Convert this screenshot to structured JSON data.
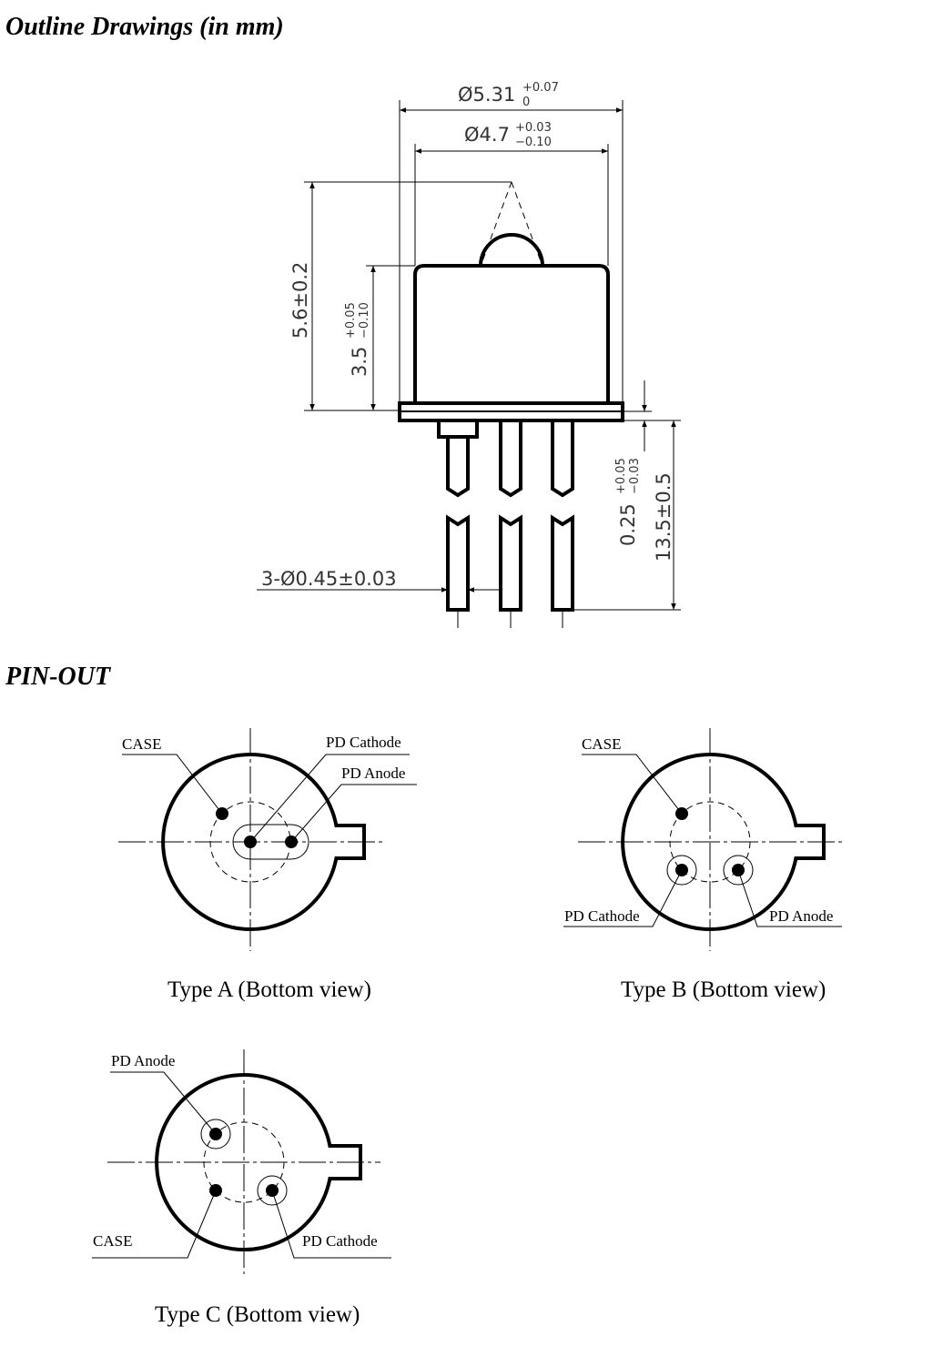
{
  "headings": {
    "outline": "Outline Drawings (in mm)",
    "pinout": "PIN-OUT"
  },
  "dimensions": {
    "cap_diameter": {
      "base": "Ø5.31",
      "upper": "+0.07",
      "lower": "0"
    },
    "body_diameter": {
      "base": "Ø4.7",
      "upper": "+0.03",
      "lower": "−0.10"
    },
    "total_height": {
      "base": "5.6±0.2"
    },
    "cap_height": {
      "base": "3.5",
      "upper": "+0.05",
      "lower": "−0.10"
    },
    "flange": {
      "base": "0.25",
      "upper": "+0.05",
      "lower": "−0.03"
    },
    "lead_length": {
      "base": "13.5±0.5"
    },
    "lead_diameter": {
      "base": "3-Ø0.45±0.03"
    }
  },
  "pinouts": {
    "type_a": {
      "caption": "Type A (Bottom view)",
      "case": "CASE",
      "pd_cathode": "PD Cathode",
      "pd_anode": "PD Anode"
    },
    "type_b": {
      "caption": "Type B (Bottom view)",
      "case": "CASE",
      "pd_cathode": "PD Cathode",
      "pd_anode": "PD Anode"
    },
    "type_c": {
      "caption": "Type C (Bottom view)",
      "case": "CASE",
      "pd_cathode": "PD Cathode",
      "pd_anode": "PD Anode"
    }
  }
}
